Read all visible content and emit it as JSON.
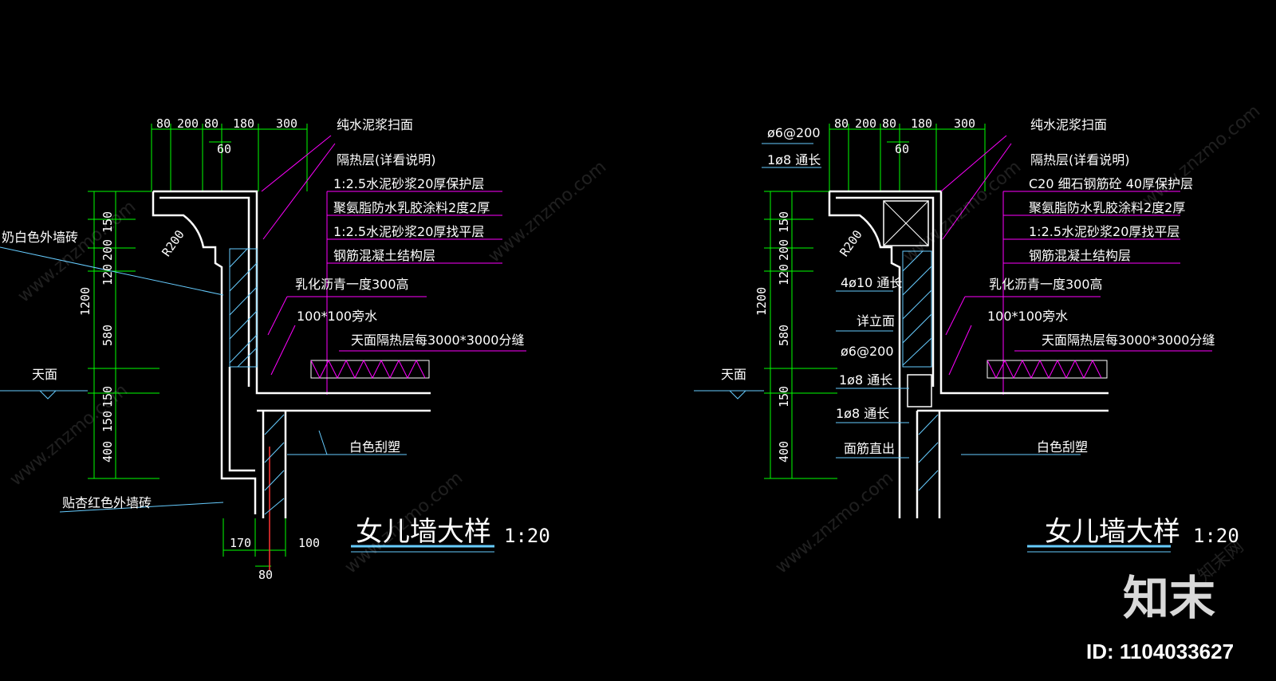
{
  "left": {
    "dims_top": [
      "80",
      "200",
      "80",
      "180",
      "300"
    ],
    "dim_60": "60",
    "dims_vert": [
      "150",
      "200",
      "120",
      "1200",
      "580",
      "150",
      "150",
      "400"
    ],
    "radius": "R200",
    "dims_bottom": [
      "170",
      "100",
      "80"
    ],
    "notes": [
      "纯水泥浆扫面",
      "隔热层(详看说明)",
      "1:2.5水泥砂浆20厚保护层",
      "聚氨脂防水乳胶涂料2度2厚",
      "1:2.5水泥砂浆20厚找平层",
      "钢筋混凝土结构层"
    ],
    "asphalt": "乳化沥青一度300高",
    "drain": "100*100旁水",
    "insulation": "天面隔热层每3000*3000分缝",
    "tile_white": "奶白色外墙砖",
    "roof": "天面",
    "white_paint": "白色刮塑",
    "tile_red": "贴杏红色外墙砖",
    "title": "女儿墙大样",
    "scale": "1:20"
  },
  "right": {
    "dims_top": [
      "80",
      "200",
      "80",
      "180",
      "300"
    ],
    "dim_60": "60",
    "dims_vert": [
      "150",
      "200",
      "120",
      "1200",
      "580",
      "150",
      "400"
    ],
    "radius": "R200",
    "rebar_notes": [
      "ø6@200",
      "1ø8 通长",
      "4ø10 通长",
      "详立面",
      "ø6@200",
      "1ø8 通长",
      "1ø8 通长",
      "面筋直出"
    ],
    "notes": [
      "纯水泥浆扫面",
      "隔热层(详看说明)",
      "C20 细石钢筋砼 40厚保护层",
      "聚氨脂防水乳胶涂料2度2厚",
      "1:2.5水泥砂浆20厚找平层",
      "钢筋混凝土结构层"
    ],
    "asphalt": "乳化沥青一度300高",
    "drain": "100*100旁水",
    "insulation": "天面隔热层每3000*3000分缝",
    "roof": "天面",
    "white_paint": "白色刮塑",
    "title": "女儿墙大样",
    "scale": "1:20"
  },
  "watermark": "www.znzmo.com",
  "watermark_cn": "知末网",
  "logo": "知末",
  "id": "ID: 1104033627",
  "colors": {
    "dim": "#00ff00",
    "leader": "#ff00ff",
    "line": "#ffffff",
    "hatch": "#66ccff",
    "insulation": "#ff00ff"
  }
}
